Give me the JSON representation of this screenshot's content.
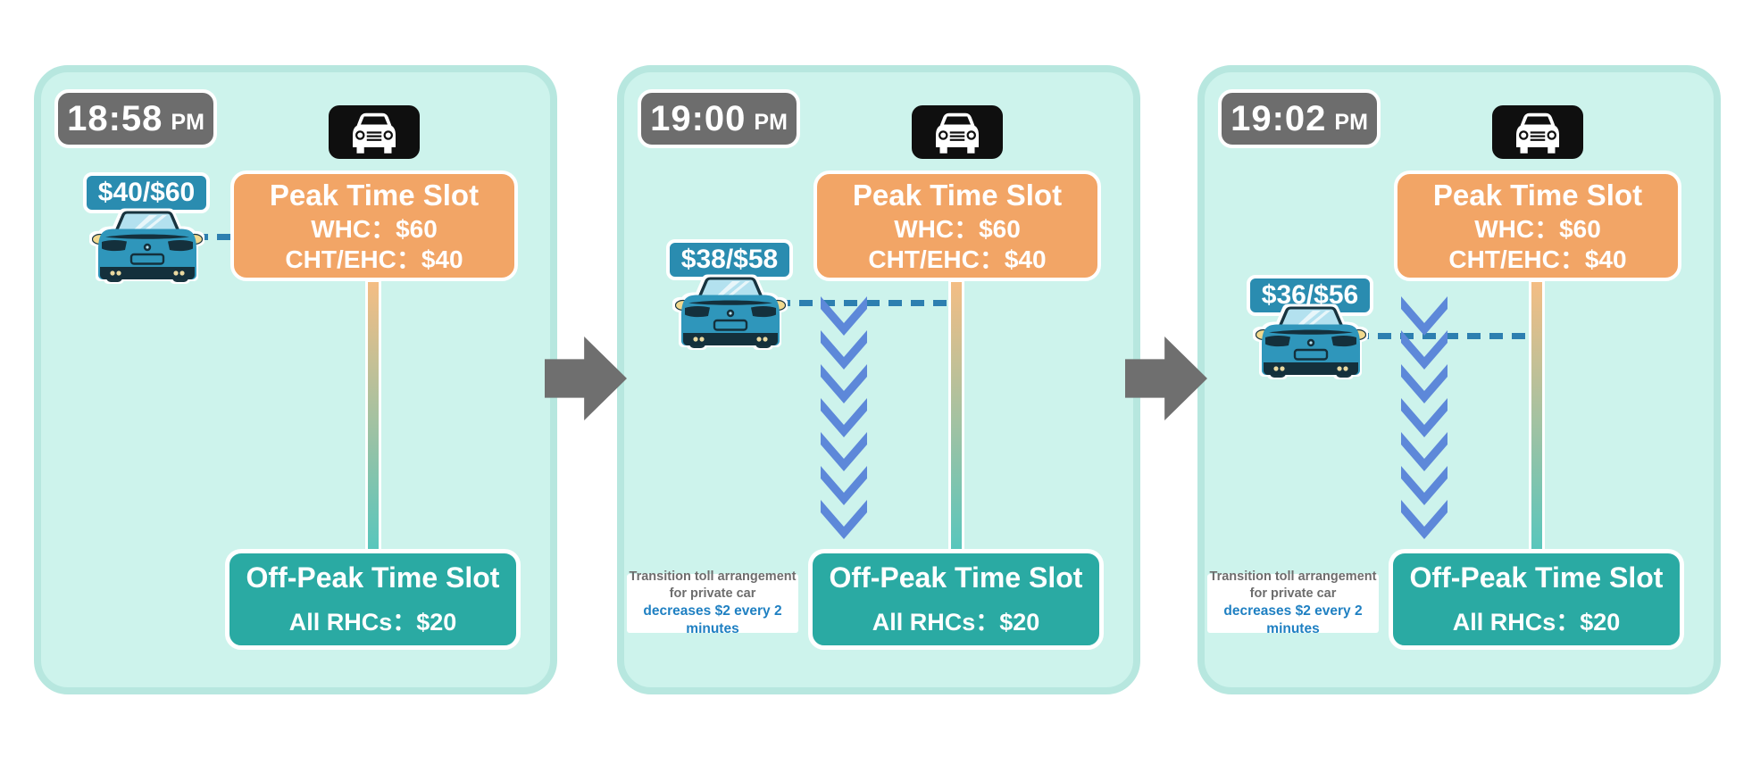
{
  "icons": {
    "car_front_icon": "car-front",
    "car_rear_icon": "car-rear",
    "next_arrow_icon": "arrow-right",
    "decrease_icon": "chevrons-down"
  },
  "colors": {
    "panel_bg": "#cdf3ec",
    "panel_border": "#b7e7df",
    "peak_orange": "#f2a566",
    "offpeak_teal": "#2aaaa3",
    "price_badge_blue": "#2a8cb0",
    "dash_blue": "#2d7fb0",
    "chevron_blue": "#5d88d9",
    "bar_gradient_top": "#f4bd84",
    "bar_gradient_bottom": "#57c6bd",
    "time_badge_gray": "#6d6d6d",
    "arrow_gray": "#6f6f6f",
    "note_text_blue": "#1f80c2",
    "icon_box_black": "#0f0f0f"
  },
  "panels": [
    {
      "time": "18:58",
      "meridiem": "PM",
      "price_badge": "$40/$60",
      "peak_box": {
        "title": "Peak Time Slot",
        "lines": [
          "WHC：$60",
          "CHT/EHC：$40"
        ]
      },
      "offpeak_box": {
        "title": "Off-Peak Time Slot",
        "lines": [
          "All RHCs：$20"
        ]
      },
      "show_decrease": false
    },
    {
      "time": "19:00",
      "meridiem": "PM",
      "price_badge": "$38/$58",
      "peak_box": {
        "title": "Peak Time Slot",
        "lines": [
          "WHC：$60",
          "CHT/EHC：$40"
        ]
      },
      "offpeak_box": {
        "title": "Off-Peak Time Slot",
        "lines": [
          "All RHCs：$20"
        ]
      },
      "show_decrease": true,
      "transition_note": {
        "line1": "Transition toll arrangement",
        "line2": "for private car",
        "line3": "decreases $2 every 2 minutes"
      }
    },
    {
      "time": "19:02",
      "meridiem": "PM",
      "price_badge": "$36/$56",
      "peak_box": {
        "title": "Peak Time Slot",
        "lines": [
          "WHC：$60",
          "CHT/EHC：$40"
        ]
      },
      "offpeak_box": {
        "title": "Off-Peak Time Slot",
        "lines": [
          "All RHCs：$20"
        ]
      },
      "show_decrease": true,
      "transition_note": {
        "line1": "Transition toll arrangement",
        "line2": "for private car",
        "line3": "decreases $2 every 2 minutes"
      }
    }
  ]
}
